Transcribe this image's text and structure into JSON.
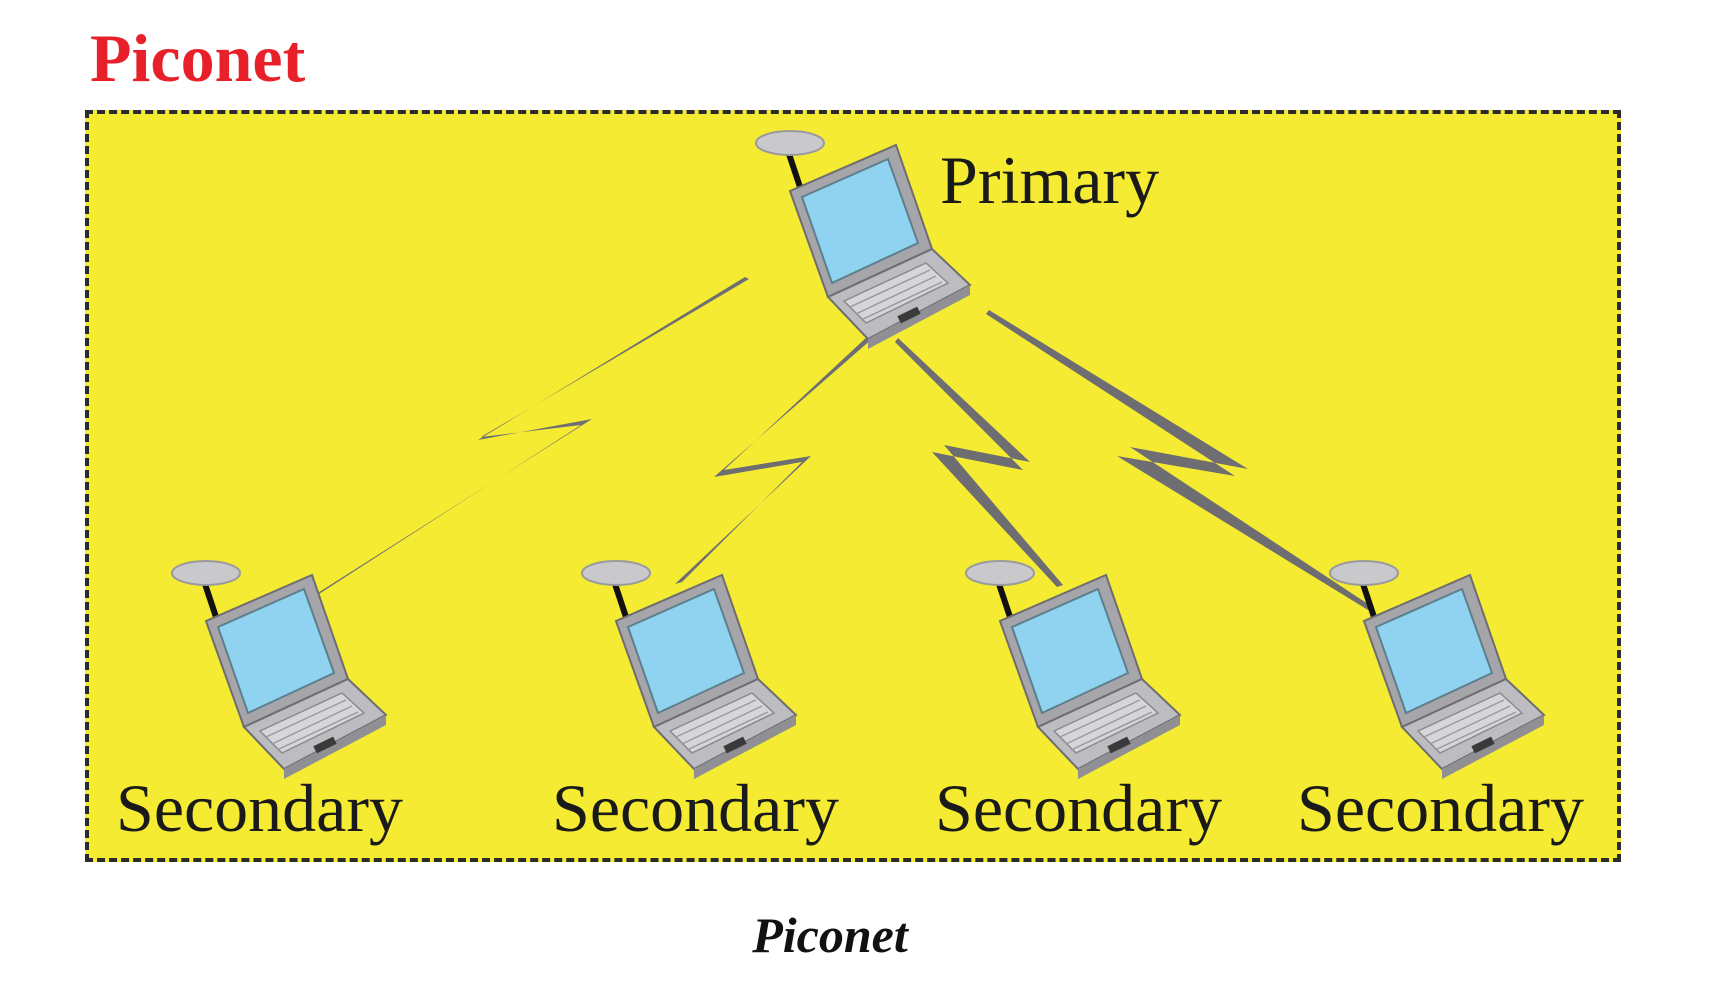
{
  "heading": "Piconet",
  "caption": "Piconet",
  "colors": {
    "heading": "#e8202a",
    "network_background": "#f5eb32",
    "network_border": "#2b2b2b",
    "link": "#6e6e72",
    "laptop_body": "#a9a9ad",
    "laptop_screen": "#8fd3f0"
  },
  "nodes": {
    "primary": {
      "label": "Primary",
      "icon": "laptop-icon"
    },
    "secondaries": [
      {
        "label": "Secondary",
        "icon": "laptop-icon"
      },
      {
        "label": "Secondary",
        "icon": "laptop-icon"
      },
      {
        "label": "Secondary",
        "icon": "laptop-icon"
      },
      {
        "label": "Secondary",
        "icon": "laptop-icon"
      }
    ]
  },
  "links": [
    {
      "from": "primary",
      "to": "secondary-1",
      "icon": "wireless-link-icon"
    },
    {
      "from": "primary",
      "to": "secondary-2",
      "icon": "wireless-link-icon"
    },
    {
      "from": "primary",
      "to": "secondary-3",
      "icon": "wireless-link-icon"
    },
    {
      "from": "primary",
      "to": "secondary-4",
      "icon": "wireless-link-icon"
    }
  ]
}
